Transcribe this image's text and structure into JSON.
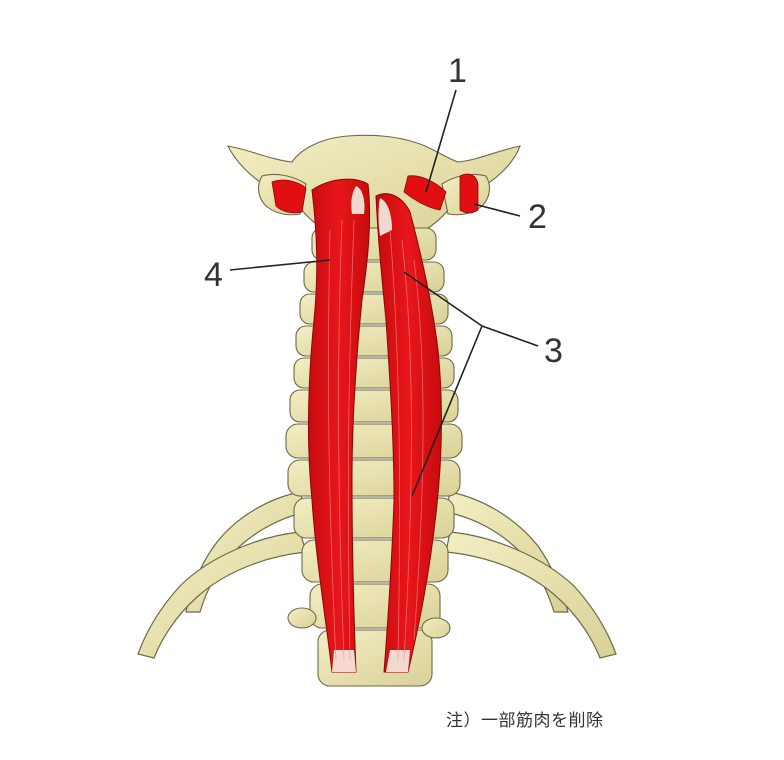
{
  "colors": {
    "bone": "#ece6b2",
    "bone_shadow": "#cfc78c",
    "bone_outline": "#6d6a48",
    "muscle": "#e10f12",
    "muscle_dark": "#b50a0c",
    "tendon": "#f4efe6",
    "leader": "#222222",
    "label": "#333333"
  },
  "labels": [
    {
      "id": "1",
      "text": "1"
    },
    {
      "id": "2",
      "text": "2"
    },
    {
      "id": "3",
      "text": "3"
    },
    {
      "id": "4",
      "text": "4"
    }
  ],
  "note": "注）一部筋肉を削除"
}
